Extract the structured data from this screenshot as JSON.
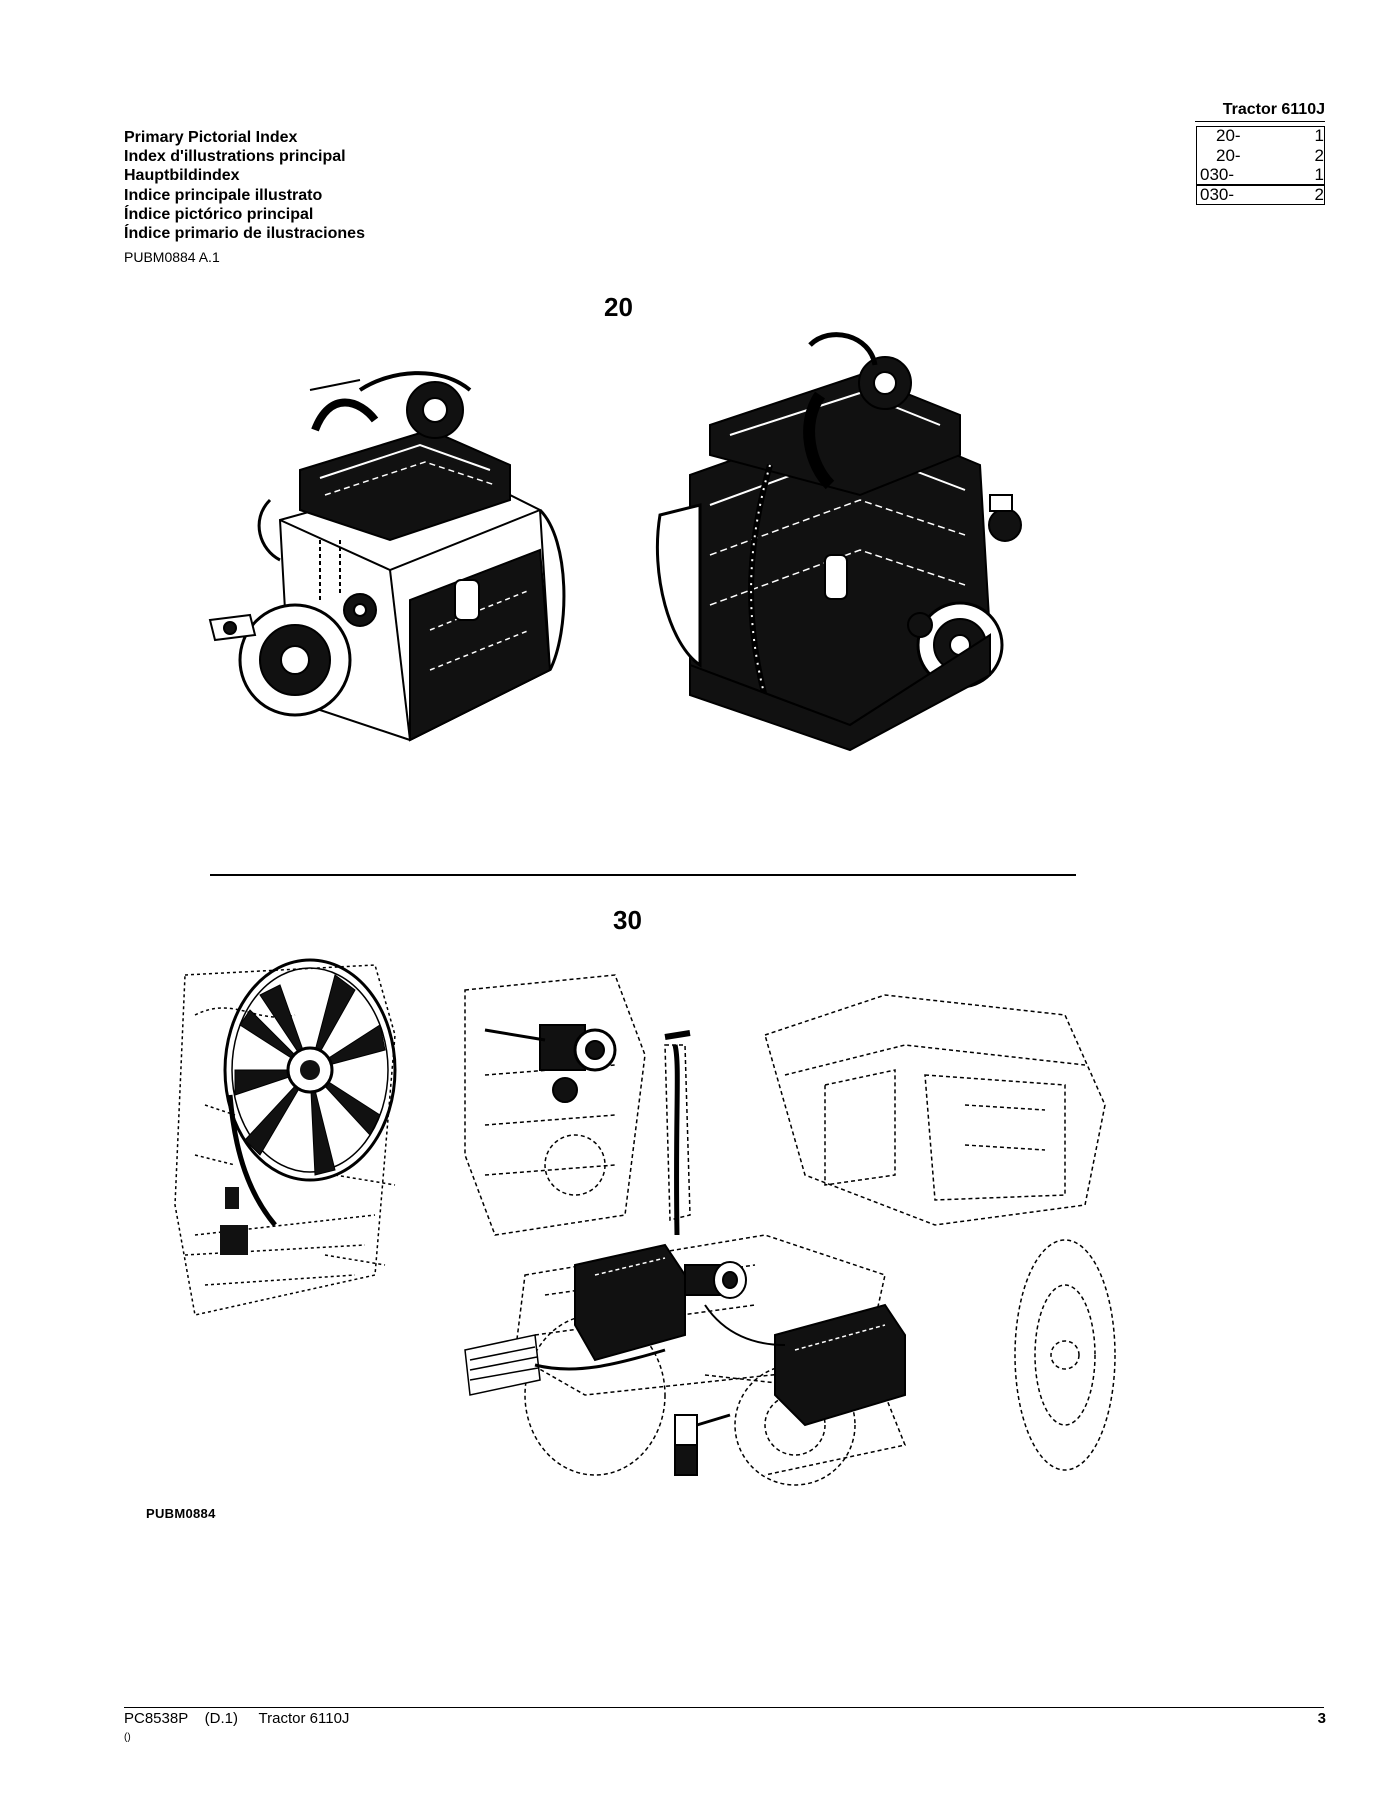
{
  "header": {
    "model": "Tractor 6110J",
    "titles": [
      "Primary Pictorial Index",
      "Index d'illustrations principal",
      "Hauptbildindex",
      "Indice principale illustrato",
      "Índice pictórico principal",
      "Índice primario de ilustraciones"
    ],
    "doc_ref": "PUBM0884 A.1"
  },
  "index_table": [
    {
      "group": "20-",
      "page": "1"
    },
    {
      "group": "20-",
      "page": "2"
    },
    {
      "group": "030-",
      "page": "1"
    },
    {
      "group": "030-",
      "page": "2"
    }
  ],
  "sections": {
    "s20": "20",
    "s30": "30"
  },
  "figure_label": "PUBM0884",
  "footer": {
    "pub": "PC8538P",
    "rev": "(D.1)",
    "model": "Tractor 6110J",
    "sub": "()",
    "page": "3"
  }
}
